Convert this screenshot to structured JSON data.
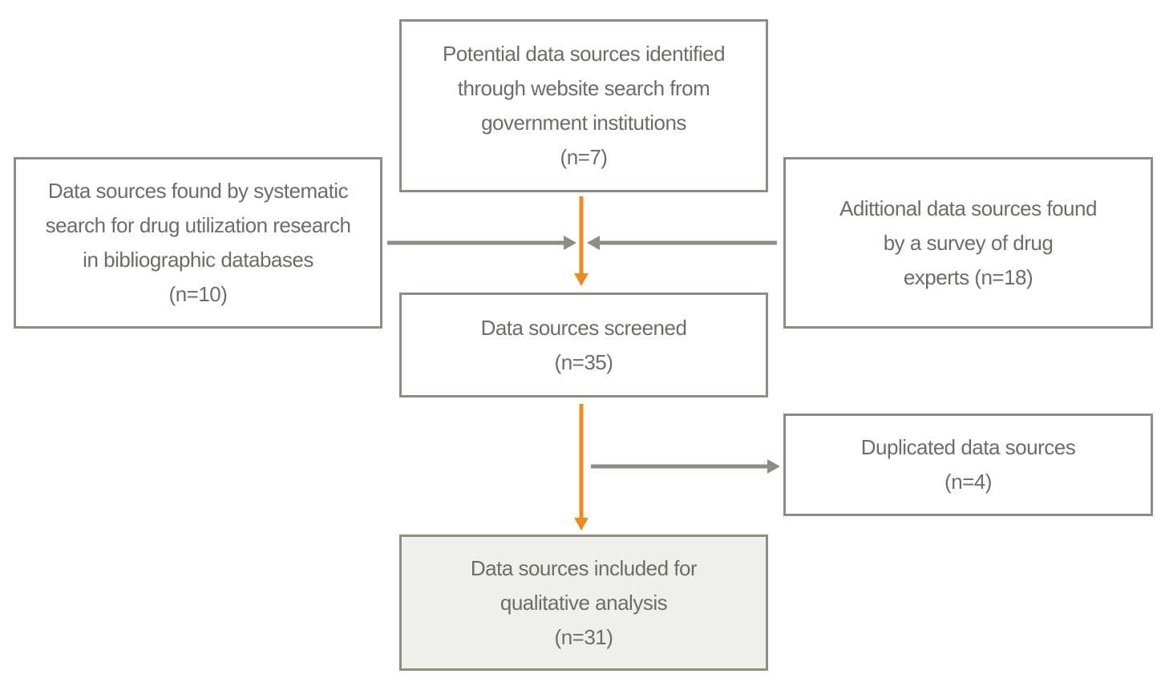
{
  "diagram": {
    "colors": {
      "box_border": "#8f8d83",
      "text": "#6e6c64",
      "orange_arrow": "#ef8a1e",
      "gray_arrow": "#8f8d83",
      "final_fill": "#f0f0eb"
    },
    "nodes": {
      "government": {
        "lines": [
          "Potential data sources identified",
          "through website search from",
          "government institutions",
          "(n=7)"
        ]
      },
      "bibliographic": {
        "lines": [
          "Data sources found by systematic",
          "search for drug utilization research",
          "in bibliographic databases",
          "(n=10)"
        ]
      },
      "survey": {
        "lines": [
          "Adittional data sources found",
          "by a survey of drug",
          "experts (n=18)"
        ]
      },
      "screened": {
        "lines": [
          "Data sources screened",
          "(n=35)"
        ]
      },
      "duplicated": {
        "lines": [
          "Duplicated data sources",
          "(n=4)"
        ]
      },
      "included": {
        "lines": [
          "Data sources included for",
          "qualitative analysis",
          "(n=31)"
        ]
      }
    },
    "edges": [
      {
        "from": "government",
        "to": "screened",
        "color": "orange"
      },
      {
        "from": "bibliographic",
        "to": "screened",
        "color": "gray"
      },
      {
        "from": "survey",
        "to": "screened",
        "color": "gray"
      },
      {
        "from": "screened",
        "to": "included",
        "color": "orange"
      },
      {
        "from": "screened",
        "to": "duplicated",
        "color": "gray"
      }
    ]
  }
}
